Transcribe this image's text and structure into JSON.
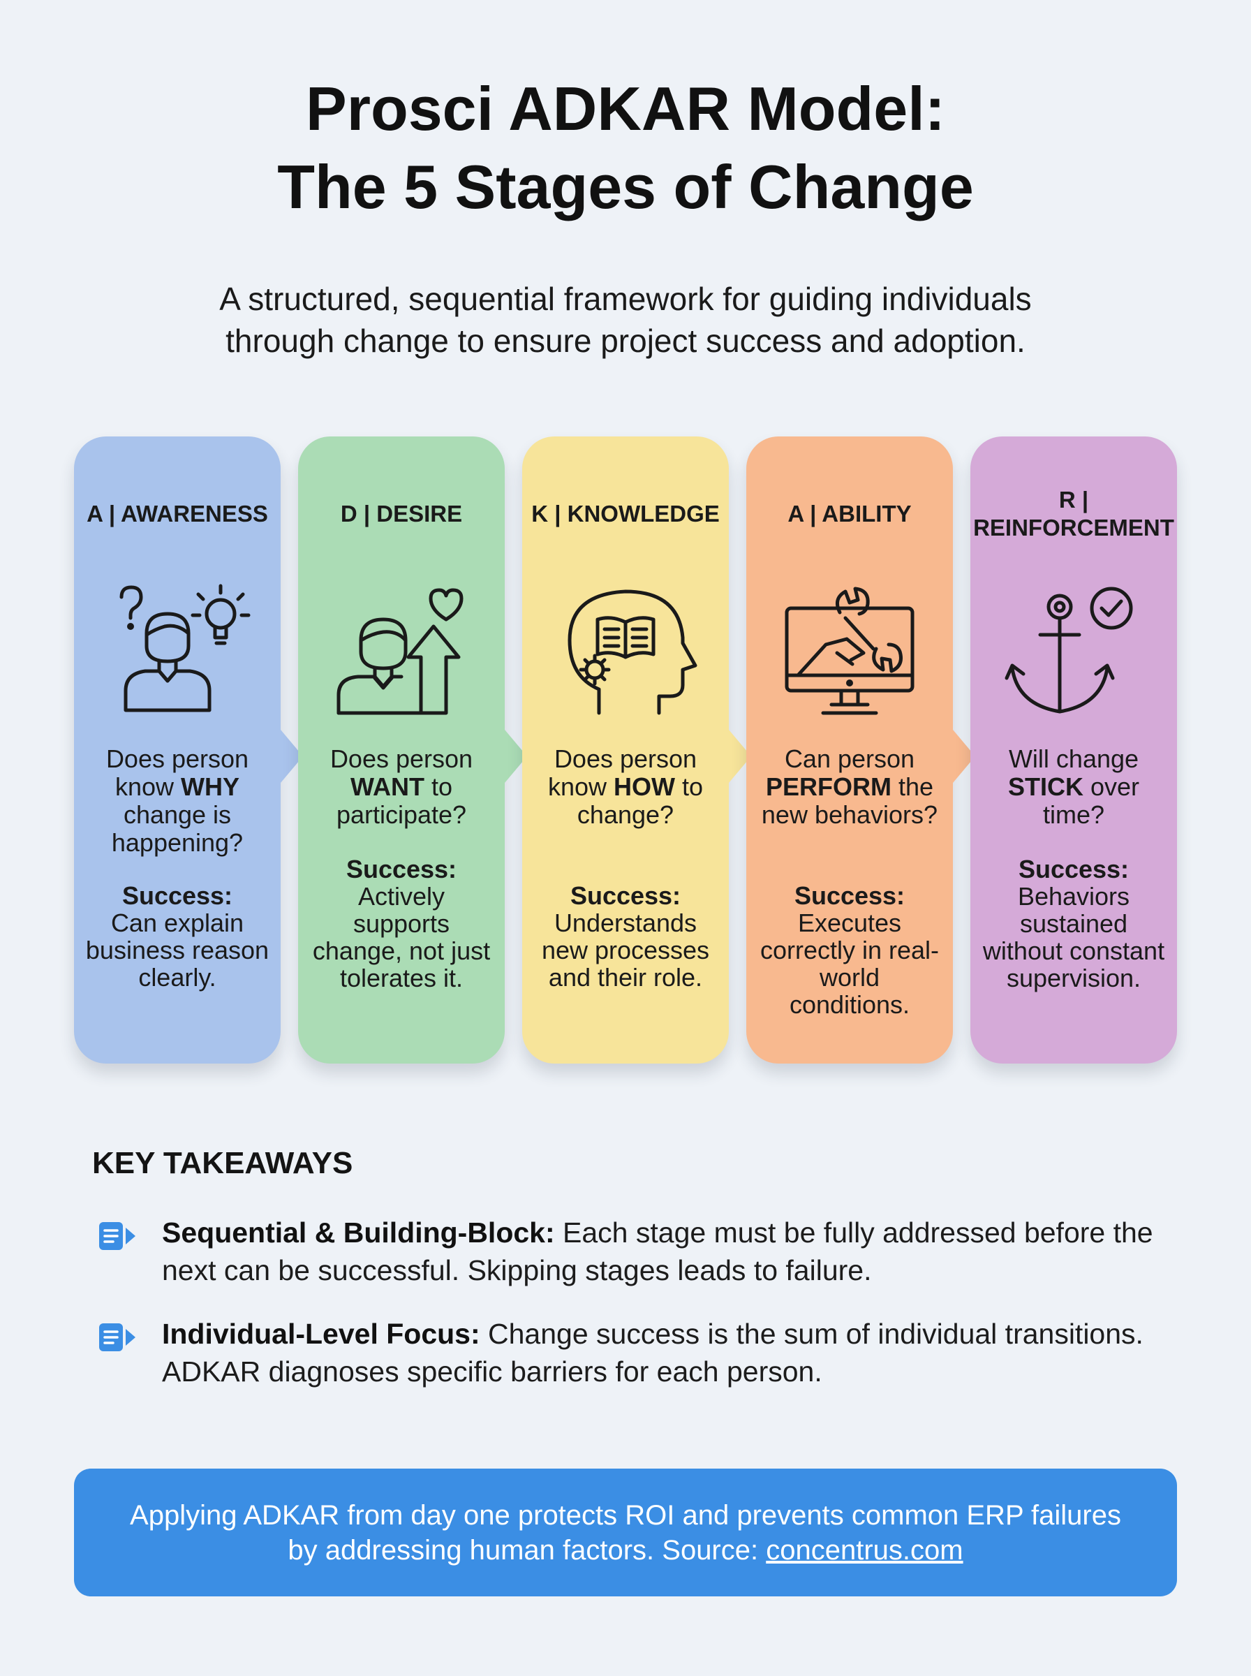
{
  "title": {
    "line1": "Prosci ADKAR Model:",
    "line2": "The 5 Stages of Change"
  },
  "subtitle": {
    "line1": "A structured, sequential framework for guiding individuals",
    "line2": "through change to ensure project success and adoption."
  },
  "colors": {
    "awareness": "#a9c3ec",
    "desire": "#abdcb5",
    "knowledge": "#f7e49a",
    "ability": "#f8b98f",
    "reinforcement": "#d5aad8",
    "banner": "#3b8ee4",
    "bullet_icon": "#3b8ee4"
  },
  "stages": [
    {
      "label": "A | AWARENESS",
      "icon": "person-question-lightbulb-icon",
      "question_before": "Does person know ",
      "question_bold": "WHY",
      "question_after": " change is happening?",
      "success_label": "Success:",
      "success_text": "Can explain business reason clearly."
    },
    {
      "label": "D | DESIRE",
      "icon": "person-heart-arrow-icon",
      "question_before": "Does person ",
      "question_bold": "WANT",
      "question_after": " to participate?",
      "success_label": "Success:",
      "success_text": "Actively supports change, not just tolerates it."
    },
    {
      "label": "K | KNOWLEDGE",
      "icon": "head-book-gear-icon",
      "question_before": "Does person know ",
      "question_bold": "HOW",
      "question_after": " to change?",
      "success_label": "Success:",
      "success_text": "Understands new processes and their role."
    },
    {
      "label": "A | ABILITY",
      "icon": "monitor-hand-wrench-icon",
      "question_before": "Can person ",
      "question_bold": "PERFORM",
      "question_after": " the new behaviors?",
      "success_label": "Success:",
      "success_text": "Executes correctly in real-world conditions."
    },
    {
      "label": "R | REINFORCEMENT",
      "icon": "anchor-check-icon",
      "question_before": "Will change ",
      "question_bold": "STICK",
      "question_after": " over time?",
      "success_label": "Success:",
      "success_text": "Behaviors sustained without constant supervision."
    }
  ],
  "key_takeaways": {
    "title": "KEY TAKEAWAYS",
    "icon": "document-arrow-icon",
    "items": [
      {
        "bold": "Sequential & Building-Block:",
        "text": " Each stage must be fully addressed before the next can be successful. Skipping stages leads to failure."
      },
      {
        "bold": "Individual-Level Focus:",
        "text": " Change success is the sum of individual transitions. ADKAR diagnoses specific barriers for each person."
      }
    ]
  },
  "banner": {
    "line1": "Applying ADKAR from day one protects ROI and prevents common ERP failures",
    "line2_prefix": "by addressing human factors. Source: ",
    "link_text": "concentrus.com"
  }
}
